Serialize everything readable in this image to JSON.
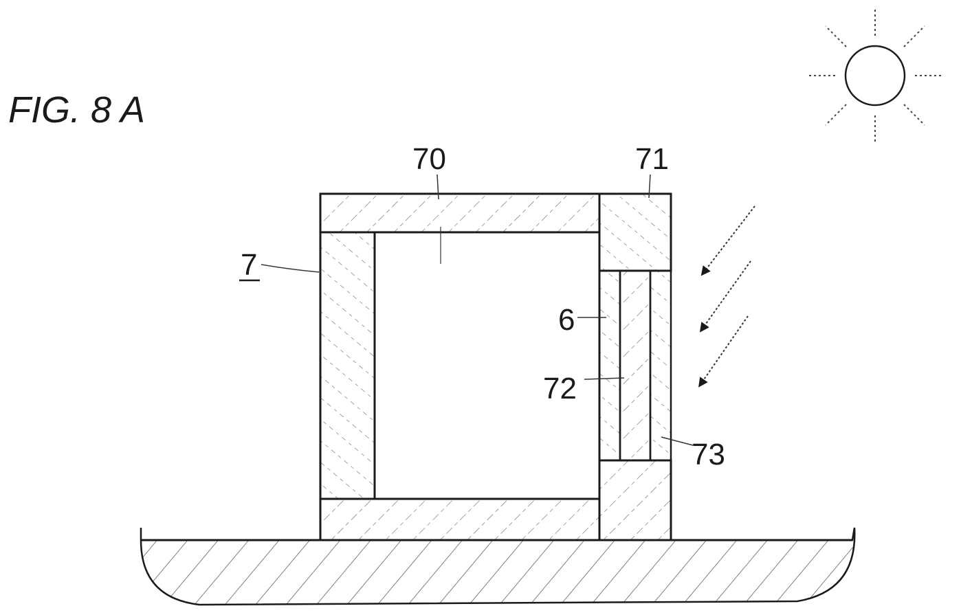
{
  "figure": {
    "title": "FIG. 8 A",
    "labels": {
      "housing": "7",
      "top_plate": "70",
      "side_block": "71",
      "element": "6",
      "inner_layer": "72",
      "outer_layer": "73"
    }
  },
  "icons": {
    "sun": "sun-icon",
    "incoming_light": "arrow-down-left-icon"
  },
  "colors": {
    "line": "#1a1a1a",
    "hatch": "#555555",
    "background": "#ffffff"
  }
}
